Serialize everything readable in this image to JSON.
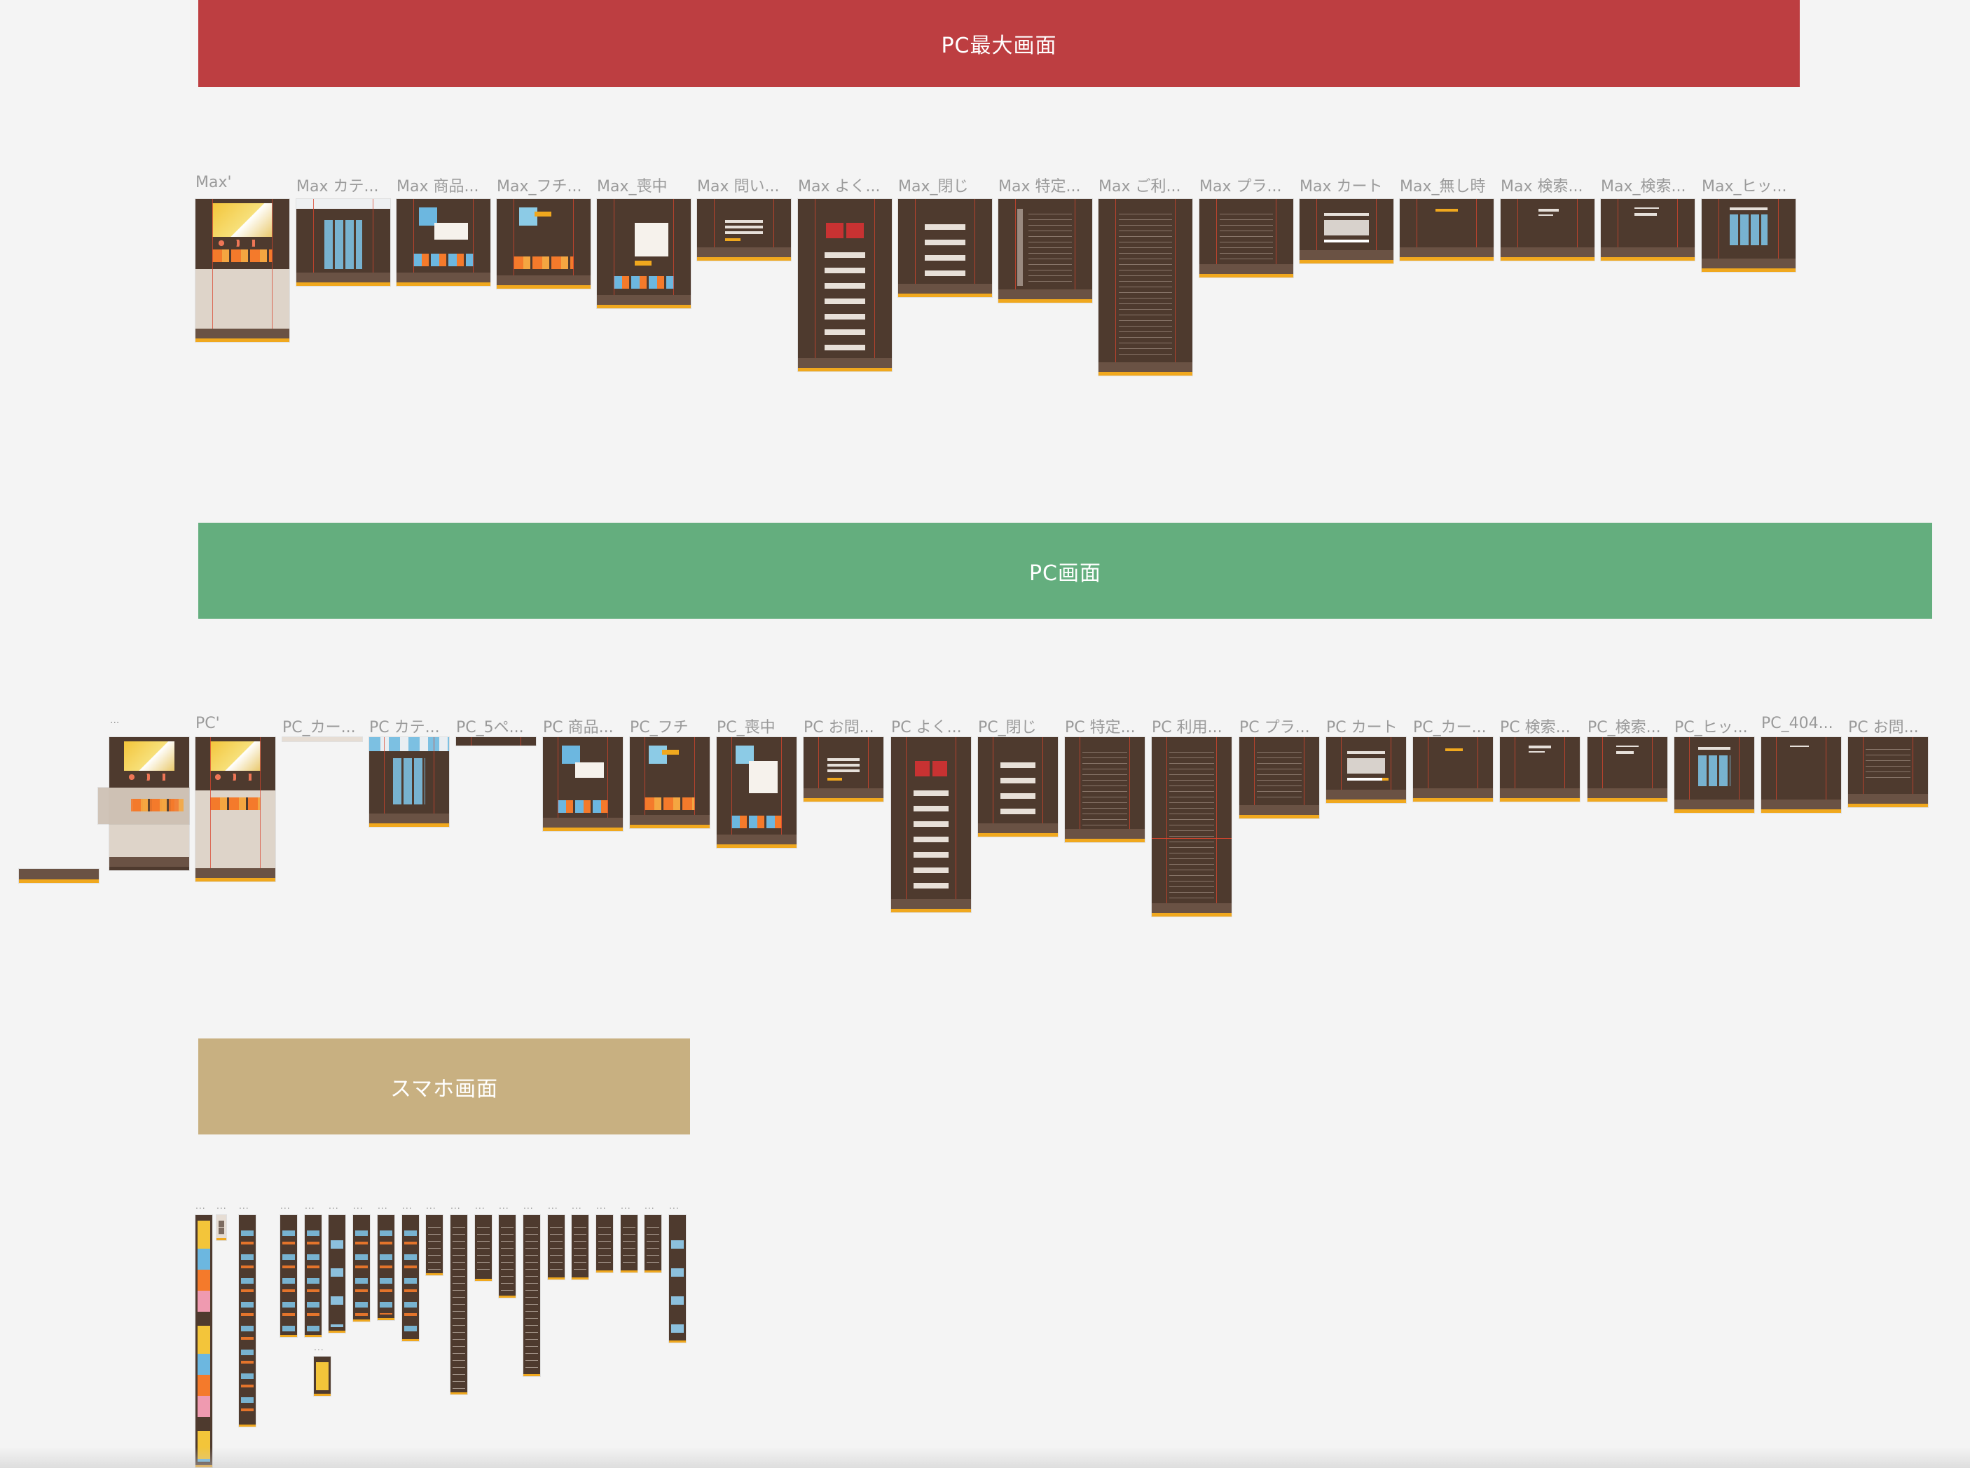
{
  "sections": {
    "max": {
      "title": "PC最大画面",
      "color": "#bd3e41"
    },
    "pc": {
      "title": "PC画面",
      "color": "#64ae7e"
    },
    "sp": {
      "title": "スマホ画面",
      "color": "#c8b081"
    }
  },
  "max_frames": [
    "Max'",
    "Max カテ...",
    "Max 商品...",
    "Max_フチ...",
    "Max_喪中",
    "Max 問い...",
    "Max よく...",
    "Max_閉じ",
    "Max 特定...",
    "Max ご利...",
    "Max プラ...",
    "Max カート",
    "Max_無し時",
    "Max 検索...",
    "Max_検索...",
    "Max_ヒッ..."
  ],
  "pc_frames": [
    "...",
    "PC'",
    "PC_カー...",
    "PC カテ...",
    "PC_5ペ...",
    "PC 商品...",
    "PC_フチ",
    "PC_喪中",
    "PC お問...",
    "PC よく...",
    "PC_閉じ",
    "PC 特定...",
    "PC 利用...",
    "PC プラ...",
    "PC カート",
    "PC_カー...",
    "PC 検索...",
    "PC_検索...",
    "PC_ヒッ...",
    "PC_404...",
    "PC お問..."
  ],
  "sp_frame_label": "...",
  "colors": {
    "canvas": "#f4f4f4",
    "frame_bg": "#4e3a2e",
    "accent_orange": "#f0a81e",
    "guide_red": "#d9452e",
    "label_gray": "#9a9a9a"
  }
}
